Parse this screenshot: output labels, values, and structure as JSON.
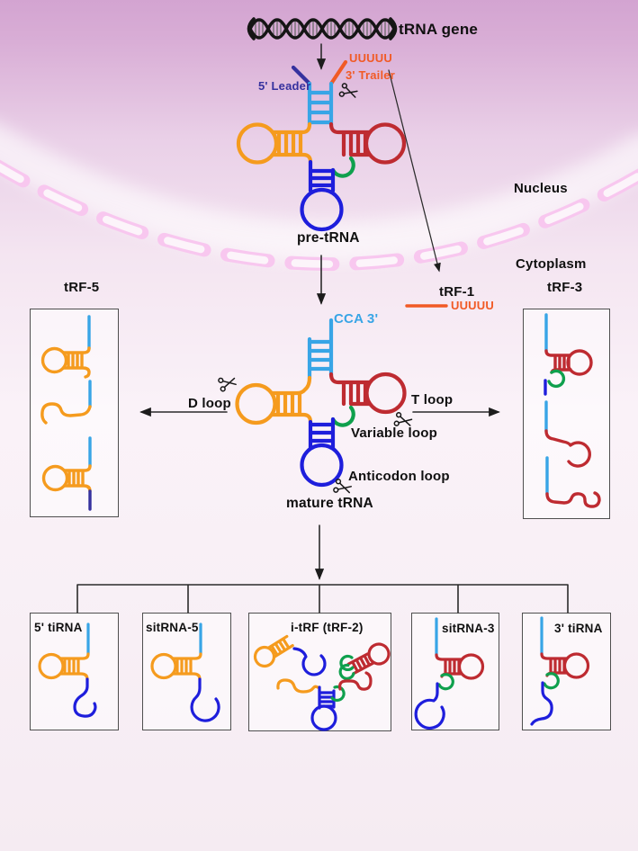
{
  "colors": {
    "acceptor_cyan": "#38A5E6",
    "d_arm_orange": "#F59B1E",
    "t_arm_red": "#BE2B31",
    "anticodon_blue": "#1E1EDC",
    "variable_green": "#0FA04D",
    "leader_navy": "#35319E",
    "trailer_orange": "#F15A25",
    "membrane_pink": "#F8C7EF",
    "line_dark": "#2B2B2B",
    "text_dark": "#101010"
  },
  "gene": {
    "label": "tRNA gene"
  },
  "pre_trna": {
    "label": "pre-tRNA",
    "leader": "5' Leader",
    "trailer": "3' Trailer",
    "trailer_seq": "UUUUU"
  },
  "compartments": {
    "nucleus": "Nucleus",
    "cytoplasm": "Cytoplasm"
  },
  "mature_trna": {
    "label": "mature tRNA",
    "cca": "CCA 3'",
    "d_loop": "D loop",
    "t_loop": "T loop",
    "variable_loop": "Variable loop",
    "anticodon_loop": "Anticodon loop"
  },
  "fragment_groups": {
    "trf5": "tRF-5",
    "trf3": "tRF-3",
    "trf1": "tRF-1",
    "trf1_seq": "UUUUU"
  },
  "derived_fragments": [
    {
      "label": "5' tiRNA"
    },
    {
      "label": "sitRNA-5"
    },
    {
      "label": "i-tRF (tRF-2)"
    },
    {
      "label": "sitRNA-3"
    },
    {
      "label": "3' tiRNA"
    }
  ]
}
